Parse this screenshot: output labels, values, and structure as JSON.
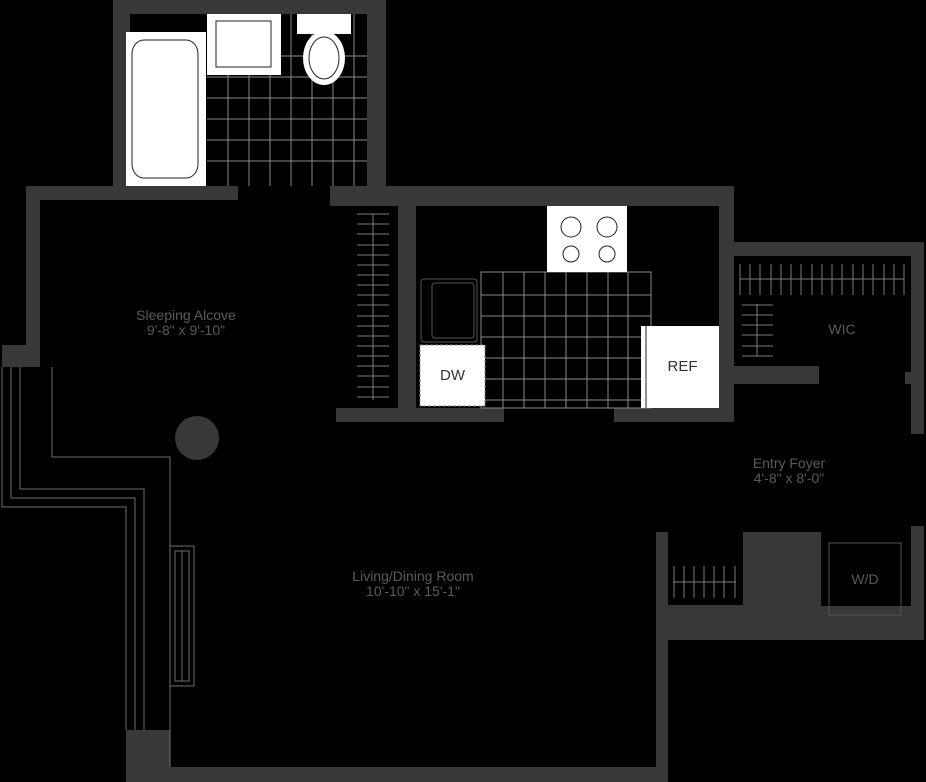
{
  "floorplan": {
    "rooms": [
      {
        "id": "sleeping-alcove",
        "name": "Sleeping Alcove",
        "dimensions": "9'-8\" x 9'-10\""
      },
      {
        "id": "living-dining",
        "name": "Living/Dining Room",
        "dimensions": "10'-10\" x 15'-1\""
      },
      {
        "id": "entry-foyer",
        "name": "Entry Foyer",
        "dimensions": "4'-8\" x 8'-0\""
      },
      {
        "id": "wic",
        "name": "WIC"
      }
    ],
    "appliances": {
      "dishwasher": "DW",
      "refrigerator": "REF",
      "washer_dryer": "W/D"
    },
    "colors": {
      "background": "#000000",
      "wall": "#383838",
      "fixture": "#ffffff",
      "label": "#5a5a5a"
    }
  }
}
